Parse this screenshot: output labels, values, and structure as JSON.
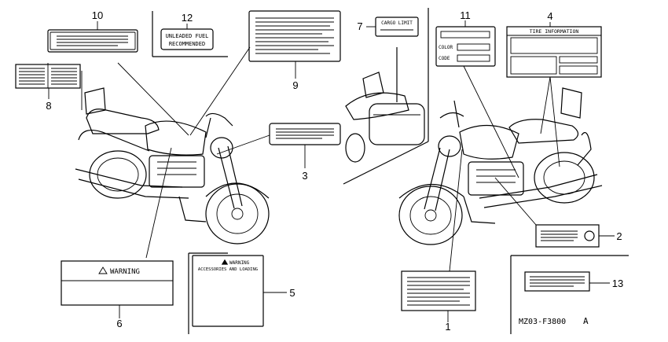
{
  "callouts": {
    "n1": "1",
    "n2": "2",
    "n3": "3",
    "n4": "4",
    "n5": "5",
    "n6": "6",
    "n7": "7",
    "n8": "8",
    "n9": "9",
    "n10": "10",
    "n11": "11",
    "n12": "12",
    "n13": "13"
  },
  "labels": {
    "fuel_line1": "UNLEADED FUEL",
    "fuel_line2": "RECOMMENDED",
    "cargo_limit": "CARGO LIMIT",
    "color": "COLOR",
    "code": "CODE",
    "tire_information": "TIRE INFORMATION",
    "warning": "WARNING",
    "warning_small": "WARNING",
    "accessories_loading": "ACCESSORIES AND LOADING"
  },
  "footer": {
    "part_code": "MZ03-F3800",
    "revision": "A"
  }
}
